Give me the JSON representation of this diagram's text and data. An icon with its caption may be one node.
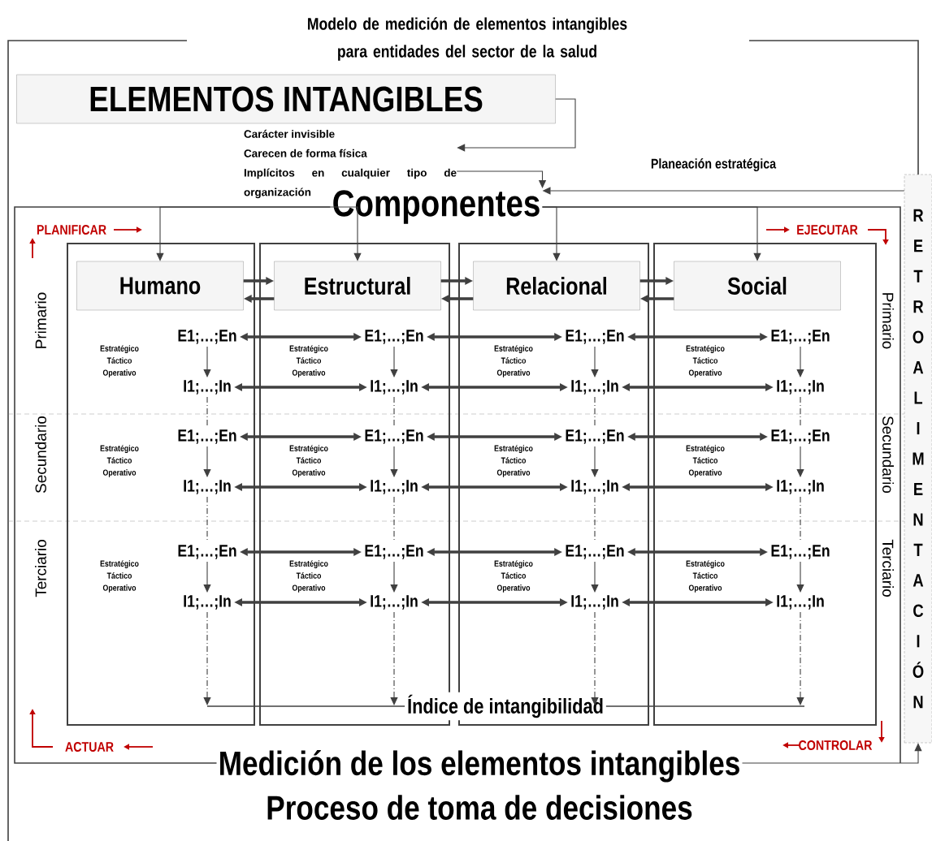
{
  "diagram": {
    "title": "Modelo de medición de elementos intangibles para entidades del sector de la salud",
    "nodes": [
      {
        "text": [
          "ELEMENTOS INTANGIBLES"
        ]
      },
      {
        "text": [
          "Carácter invisible",
          "Carecen de forma física",
          "Implícitos en cualquier tipo de organización"
        ]
      },
      {
        "text": [
          "Componentes"
        ]
      },
      {
        "text": [
          "R E T R O A L I M E N T A C I Ó N"
        ]
      },
      {
        "text": [],
        "shape": "box"
      },
      {
        "text": [
          "Humano"
        ],
        "in": 4
      },
      {
        "text": [
          "E1;…;En"
        ],
        "in": 4
      },
      {
        "text": [
          "I1;…;In"
        ],
        "in": 4
      },
      {
        "text": [
          "E1;…;En"
        ],
        "in": 4
      },
      {
        "text": [
          "I1;…;In"
        ],
        "in": 4
      },
      {
        "text": [
          "E1;…;En"
        ],
        "in": 4
      },
      {
        "text": [
          "I1;…;In"
        ],
        "in": 4
      },
      {
        "text": [],
        "shape": "box"
      },
      {
        "text": [
          "Estructural"
        ],
        "in": 12
      },
      {
        "text": [
          "E1;…;En"
        ],
        "in": 12
      },
      {
        "text": [
          "I1;…;In"
        ],
        "in": 12
      },
      {
        "text": [
          "E1;…;En"
        ],
        "in": 12
      },
      {
        "text": [
          "I1;…;In"
        ],
        "in": 12
      },
      {
        "text": [
          "E1;…;En"
        ],
        "in": 12
      },
      {
        "text": [
          "I1;…;In"
        ],
        "in": 12
      },
      {
        "text": [],
        "shape": "box"
      },
      {
        "text": [
          "Relacional"
        ],
        "in": 20
      },
      {
        "text": [
          "E1;…;En"
        ],
        "in": 20
      },
      {
        "text": [
          "I1;…;In"
        ],
        "in": 20
      },
      {
        "text": [
          "E1;…;En"
        ],
        "in": 20
      },
      {
        "text": [
          "I1;…;In"
        ],
        "in": 20
      },
      {
        "text": [
          "E1;…;En"
        ],
        "in": 20
      },
      {
        "text": [
          "I1;…;In"
        ],
        "in": 20
      },
      {
        "text": [],
        "shape": "box"
      },
      {
        "text": [
          "Social"
        ],
        "in": 28
      },
      {
        "text": [
          "E1;…;En"
        ],
        "in": 28
      },
      {
        "text": [
          "I1;…;In"
        ],
        "in": 28
      },
      {
        "text": [
          "E1;…;En"
        ],
        "in": 28
      },
      {
        "text": [
          "I1;…;In"
        ],
        "in": 28
      },
      {
        "text": [
          "E1;…;En"
        ],
        "in": 28
      },
      {
        "text": [
          "I1;…;In"
        ],
        "in": 28
      },
      {
        "text": [
          "Índice de intangibilidad"
        ]
      },
      {
        "text": [
          "Medición de los elementos intangibles",
          "Proceso de toma de decisiones"
        ]
      }
    ],
    "edges": [
      {
        "from": 0,
        "to": 1,
        "arrow": "to"
      },
      {
        "from": 1,
        "to": 2,
        "arrow": "to"
      },
      {
        "from": 3,
        "to": 2,
        "arrow": "to",
        "label": "Planeación estratégica"
      },
      {
        "from": 2,
        "to": 5,
        "arrow": "to"
      },
      {
        "from": 2,
        "to": 13,
        "arrow": "to"
      },
      {
        "from": 2,
        "to": 21,
        "arrow": "to"
      },
      {
        "from": 2,
        "to": 29,
        "arrow": "to"
      },
      {
        "from": 5,
        "to": 13,
        "arrow": "to",
        "style": "thick"
      },
      {
        "from": 13,
        "to": 5,
        "arrow": "to",
        "style": "thick"
      },
      {
        "from": 13,
        "to": 21,
        "arrow": "to",
        "style": "thick"
      },
      {
        "from": 21,
        "to": 13,
        "arrow": "to",
        "style": "thick"
      },
      {
        "from": 21,
        "to": 29,
        "arrow": "to",
        "style": "thick"
      },
      {
        "from": 29,
        "to": 21,
        "arrow": "to",
        "style": "thick"
      },
      {
        "from": 6,
        "to": 14,
        "arrow": "both",
        "style": "thick"
      },
      {
        "from": 14,
        "to": 22,
        "arrow": "both",
        "style": "thick"
      },
      {
        "from": 22,
        "to": 30,
        "arrow": "both",
        "style": "thick"
      },
      {
        "from": 7,
        "to": 15,
        "arrow": "both",
        "style": "thick"
      },
      {
        "from": 15,
        "to": 23,
        "arrow": "both",
        "style": "thick"
      },
      {
        "from": 23,
        "to": 31,
        "arrow": "both",
        "style": "thick"
      },
      {
        "from": 8,
        "to": 16,
        "arrow": "both",
        "style": "thick"
      },
      {
        "from": 16,
        "to": 24,
        "arrow": "both",
        "style": "thick"
      },
      {
        "from": 24,
        "to": 32,
        "arrow": "both",
        "style": "thick"
      },
      {
        "from": 9,
        "to": 17,
        "arrow": "both",
        "style": "thick"
      },
      {
        "from": 17,
        "to": 25,
        "arrow": "both",
        "style": "thick"
      },
      {
        "from": 25,
        "to": 33,
        "arrow": "both",
        "style": "thick"
      },
      {
        "from": 10,
        "to": 18,
        "arrow": "both",
        "style": "thick"
      },
      {
        "from": 18,
        "to": 26,
        "arrow": "both",
        "style": "thick"
      },
      {
        "from": 26,
        "to": 34,
        "arrow": "both",
        "style": "thick"
      },
      {
        "from": 11,
        "to": 19,
        "arrow": "both",
        "style": "thick"
      },
      {
        "from": 19,
        "to": 27,
        "arrow": "both",
        "style": "thick"
      },
      {
        "from": 27,
        "to": 35,
        "arrow": "both",
        "style": "thick"
      },
      {
        "from": 6,
        "to": 7,
        "arrow": "to"
      },
      {
        "from": 8,
        "to": 9,
        "arrow": "to"
      },
      {
        "from": 10,
        "to": 11,
        "arrow": "to"
      },
      {
        "from": 7,
        "to": 8,
        "arrow": "none",
        "style": "dashed"
      },
      {
        "from": 9,
        "to": 10,
        "arrow": "none",
        "style": "dashed"
      },
      {
        "from": 11,
        "to": 36,
        "arrow": "to",
        "style": "dashed"
      },
      {
        "from": 14,
        "to": 15,
        "arrow": "to"
      },
      {
        "from": 16,
        "to": 17,
        "arrow": "to"
      },
      {
        "from": 18,
        "to": 19,
        "arrow": "to"
      },
      {
        "from": 15,
        "to": 16,
        "arrow": "none",
        "style": "dashed"
      },
      {
        "from": 17,
        "to": 18,
        "arrow": "none",
        "style": "dashed"
      },
      {
        "from": 19,
        "to": 36,
        "arrow": "to",
        "style": "dashed"
      },
      {
        "from": 22,
        "to": 23,
        "arrow": "to"
      },
      {
        "from": 24,
        "to": 25,
        "arrow": "to"
      },
      {
        "from": 26,
        "to": 27,
        "arrow": "to"
      },
      {
        "from": 23,
        "to": 24,
        "arrow": "none",
        "style": "dashed"
      },
      {
        "from": 25,
        "to": 26,
        "arrow": "none",
        "style": "dashed"
      },
      {
        "from": 27,
        "to": 36,
        "arrow": "to",
        "style": "dashed"
      },
      {
        "from": 30,
        "to": 31,
        "arrow": "to"
      },
      {
        "from": 32,
        "to": 33,
        "arrow": "to"
      },
      {
        "from": 34,
        "to": 35,
        "arrow": "to"
      },
      {
        "from": 31,
        "to": 32,
        "arrow": "none",
        "style": "dashed"
      },
      {
        "from": 33,
        "to": 34,
        "arrow": "none",
        "style": "dashed"
      },
      {
        "from": 35,
        "to": 36,
        "arrow": "to",
        "style": "dashed"
      },
      {
        "from": 37,
        "to": 3,
        "arrow": "to"
      }
    ],
    "labels": [
      "PLANIFICAR",
      "EJECUTAR",
      "Primario",
      "Primario",
      "Estratégico Táctico Operativo",
      "Estratégico Táctico Operativo",
      "Estratégico Táctico Operativo",
      "Estratégico Táctico Operativo",
      "Secundario",
      "Secundario",
      "Estratégico Táctico Operativo",
      "Estratégico Táctico Operativo",
      "Estratégico Táctico Operativo",
      "Estratégico Táctico Operativo",
      "Terciario",
      "Terciario",
      "Estratégico Táctico Operativo",
      "Estratégico Táctico Operativo",
      "Estratégico Táctico Operativo",
      "Estratégico Táctico Operativo",
      "ACTUAR",
      "CONTROLAR"
    ]
  }
}
